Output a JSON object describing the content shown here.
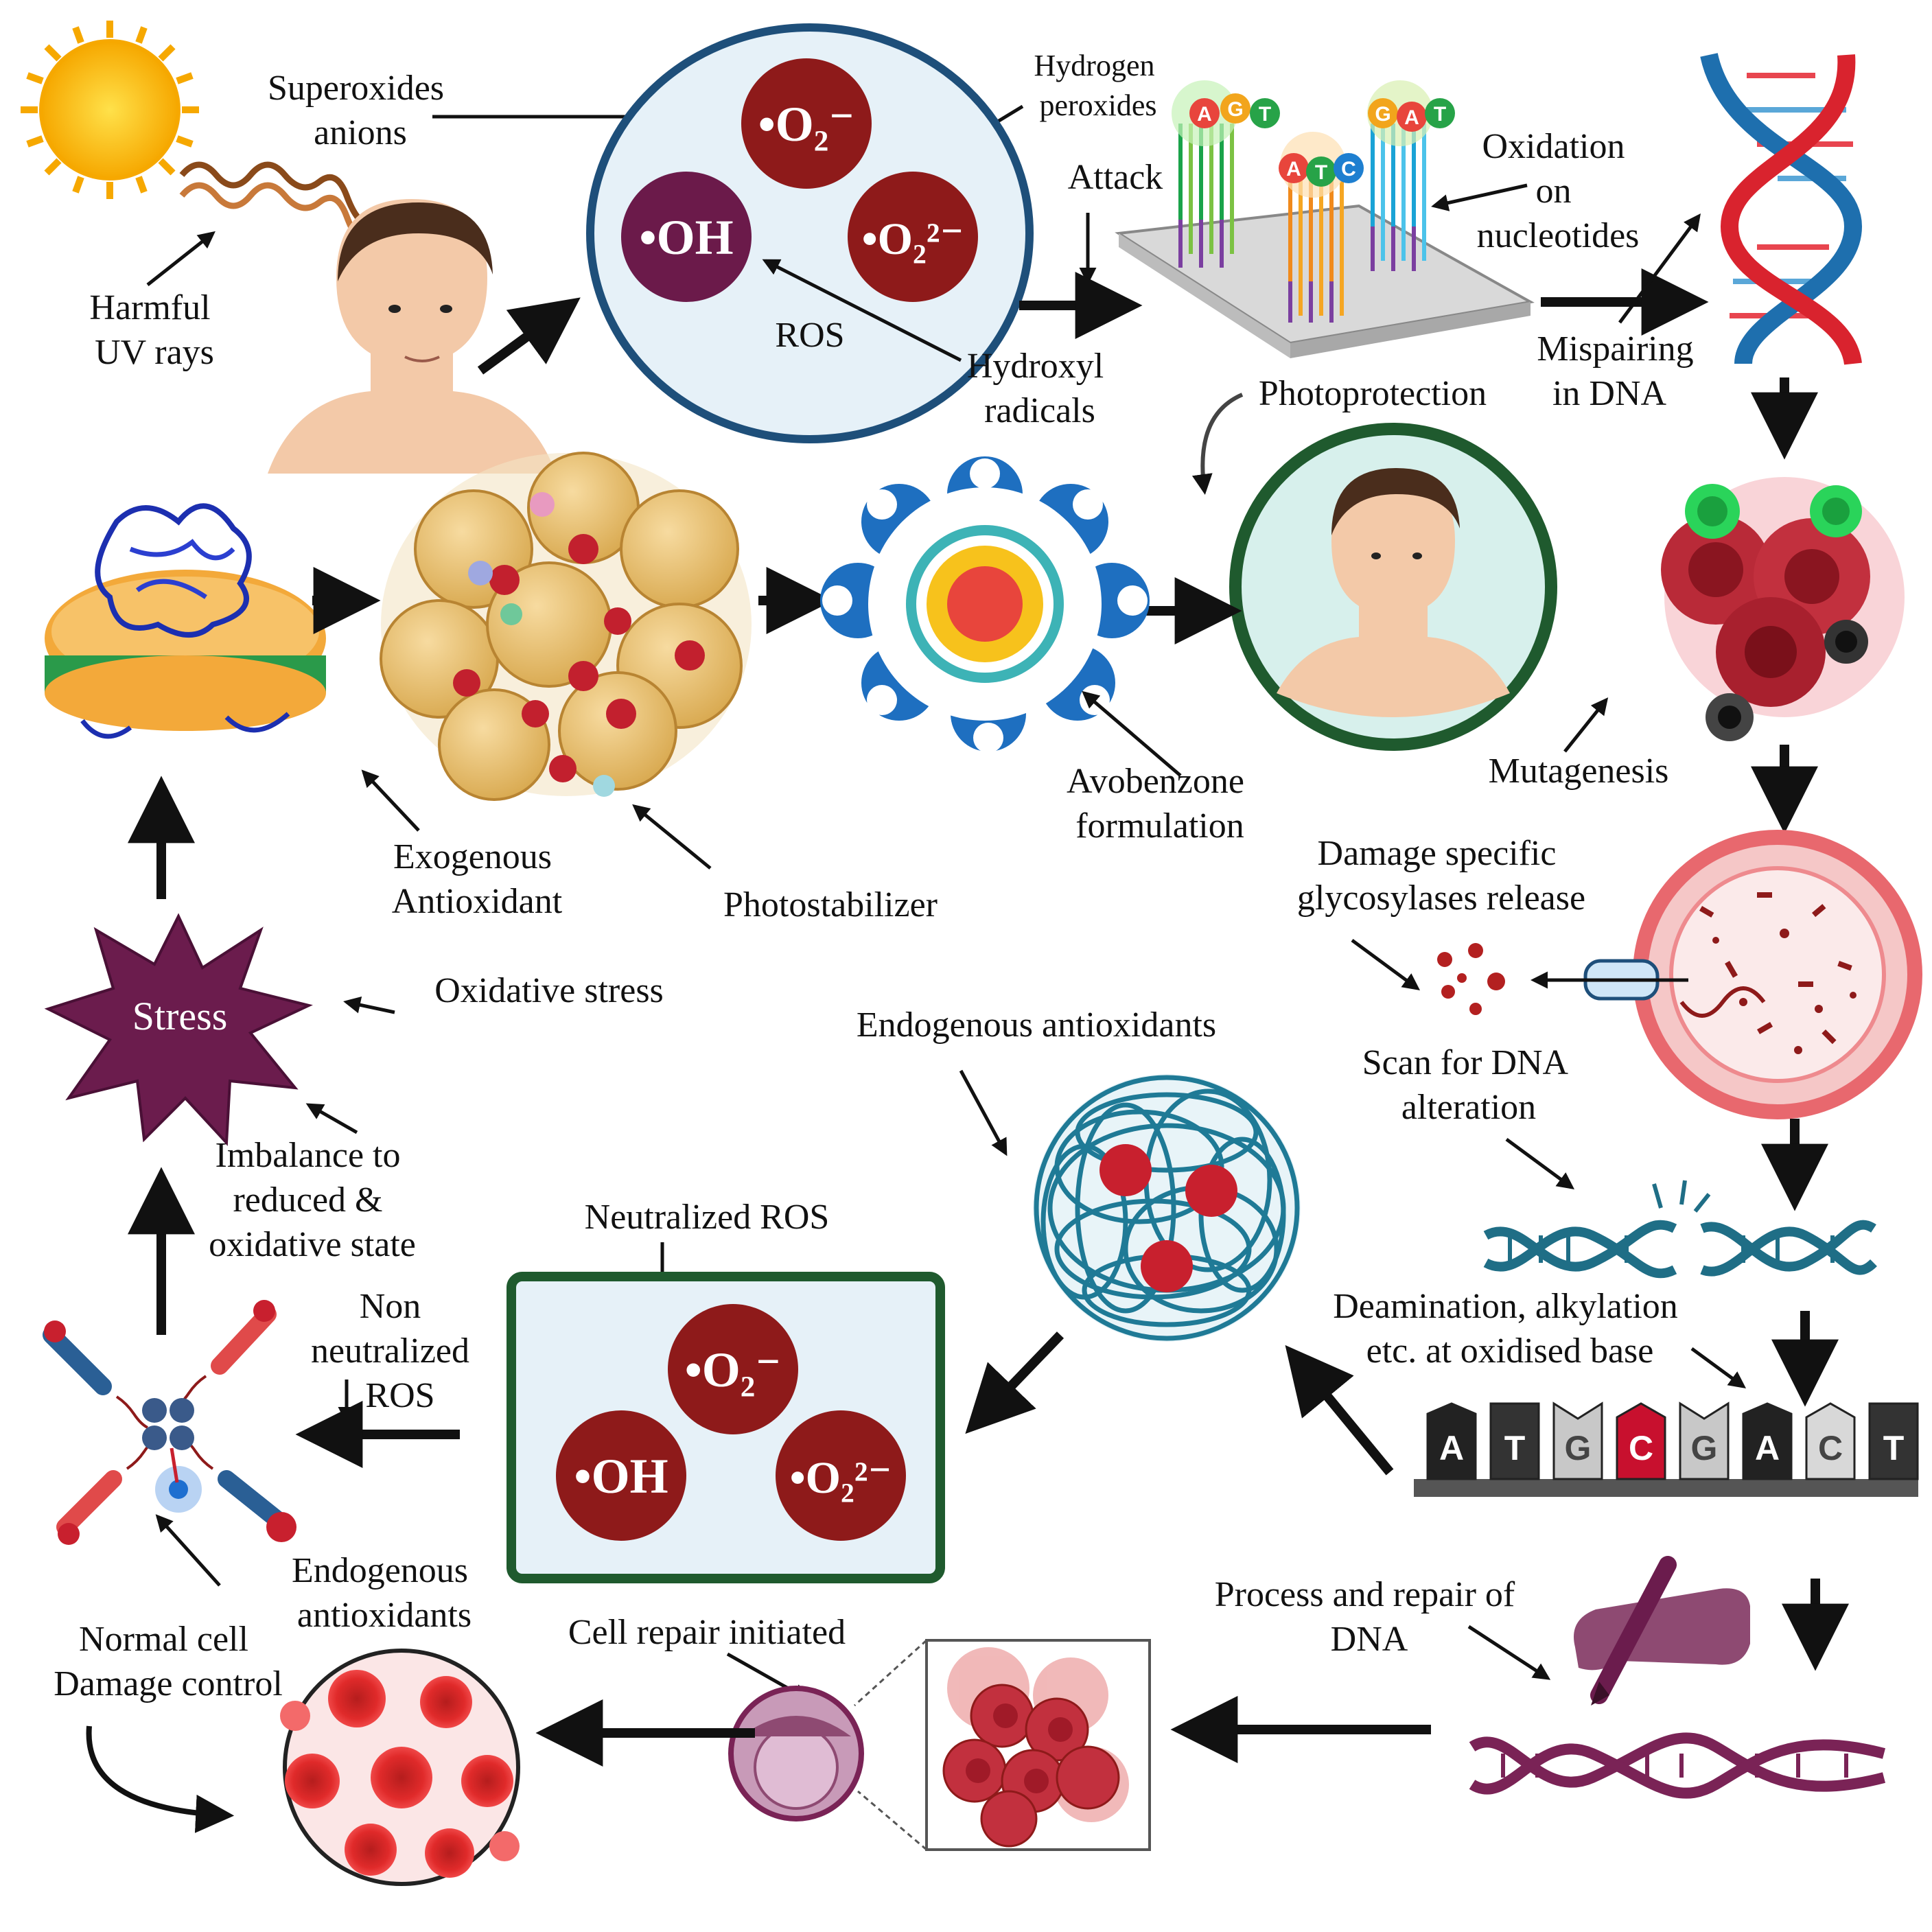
{
  "labels": {
    "superoxides": [
      "Superoxides",
      "anions"
    ],
    "hydrogen_peroxides": [
      "Hydrogen",
      "peroxides"
    ],
    "ros": "ROS",
    "hydroxyl": [
      "Hydroxyl",
      "radicals"
    ],
    "attack": "Attack",
    "harmful_uv": [
      "Harmful",
      "UV rays"
    ],
    "oxidation": [
      "Oxidation",
      "on",
      "nucleotides"
    ],
    "mispairing": [
      "Mispairing",
      "in DNA"
    ],
    "photoprotection": "Photoprotection",
    "exogenous": [
      "Exogenous",
      "Antioxidant"
    ],
    "photostabilizer": "Photostabilizer",
    "avobenzone": [
      "Avobenzone",
      "formulation"
    ],
    "mutagenesis": "Mutagenesis",
    "damage_specific": [
      "Damage specific",
      "glycosylases release"
    ],
    "oxidative_stress": "Oxidative stress",
    "stress": "Stress",
    "endogenous_top": "Endogenous antioxidants",
    "scan_dna": [
      "Scan for DNA",
      "alteration"
    ],
    "imbalance": [
      "Imbalance to",
      "reduced &",
      "oxidative state"
    ],
    "neutralized_ros": "Neutralized ROS",
    "non_neutralized": [
      "Non",
      "neutralized",
      "ROS"
    ],
    "deamination": [
      "Deamination, alkylation",
      "etc. at oxidised base"
    ],
    "endogenous_bottom": [
      "Endogenous",
      "antioxidants"
    ],
    "normal_cell": [
      "Normal cell",
      "Damage control"
    ],
    "cell_repair": "Cell repair initiated",
    "process_repair": [
      "Process and repair of",
      "DNA"
    ]
  },
  "ros_species": {
    "superoxide": "•O₂⁻",
    "hydroxyl": "•OH",
    "peroxide": "•O₂²⁻"
  },
  "nucleotide_tags": [
    [
      "A",
      "G",
      "T"
    ],
    [
      "A",
      "T",
      "C"
    ],
    [
      "G",
      "A",
      "T"
    ]
  ],
  "dna_bases": [
    "A",
    "T",
    "G",
    "C",
    "G",
    "A",
    "C",
    "T"
  ],
  "colors": {
    "ros_dark_red": "#8e1a1a",
    "ros_purple": "#6b1a4a",
    "ros_ellipse_border": "#1e4f7a",
    "neutralized_box_border": "#1f5a2e",
    "neutralized_box_fill": "#e6f1f8",
    "stress_star": "#6b1c4d",
    "dna_teal": "#1f6e86",
    "dna_purple": "#7a2356",
    "highlight_red": "#c8102e"
  }
}
